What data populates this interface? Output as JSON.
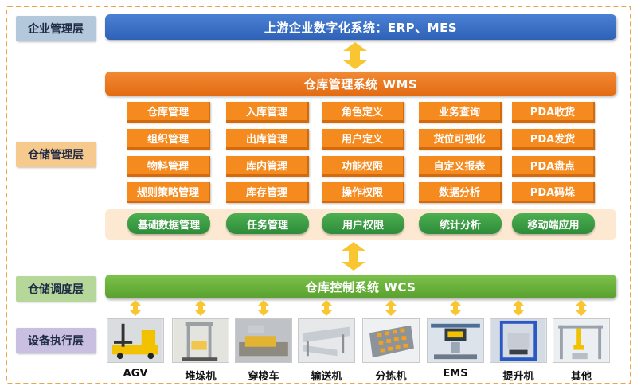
{
  "layers": {
    "enterprise": "企业管理层",
    "storage_mgmt": "仓储管理层",
    "storage_dispatch": "仓储调度层",
    "equipment": "设备执行层"
  },
  "top_banner": "上游企业数字化系统：ERP、MES",
  "wms_banner": "仓库管理系统 WMS",
  "wms_modules": [
    [
      "仓库管理",
      "入库管理",
      "角色定义",
      "业务查询",
      "PDA收货"
    ],
    [
      "组织管理",
      "出库管理",
      "用户定义",
      "货位可视化",
      "PDA发货"
    ],
    [
      "物料管理",
      "库内管理",
      "功能权限",
      "自定义报表",
      "PDA盘点"
    ],
    [
      "规则策略管理",
      "库存管理",
      "操作权限",
      "数据分析",
      "PDA码垛"
    ]
  ],
  "base_modules": [
    "基础数据管理",
    "任务管理",
    "用户权限",
    "统计分析",
    "移动端应用"
  ],
  "wcs_banner": "仓库控制系统 WCS",
  "devices": [
    "AGV",
    "堆垛机",
    "穿梭车",
    "输送机",
    "分拣机",
    "EMS",
    "提升机",
    "其他"
  ],
  "colors": {
    "frame_border": "#f0a34a",
    "enterprise_label_bg": "#b4c8dc",
    "storage_mgmt_label_bg": "#f6c98d",
    "dispatch_label_bg": "#b5d89a",
    "equipment_label_bg": "#c9bfe0",
    "top_banner_bg": "#3a6fc4",
    "wms_banner_bg": "#ef7d22",
    "wms_module_bg": "#f58a1f",
    "base_panel_bg": "#fde9d2",
    "base_module_bg": "#3c9e45",
    "wcs_banner_bg": "#6bb33e",
    "arrow_color": "#f9c531"
  }
}
